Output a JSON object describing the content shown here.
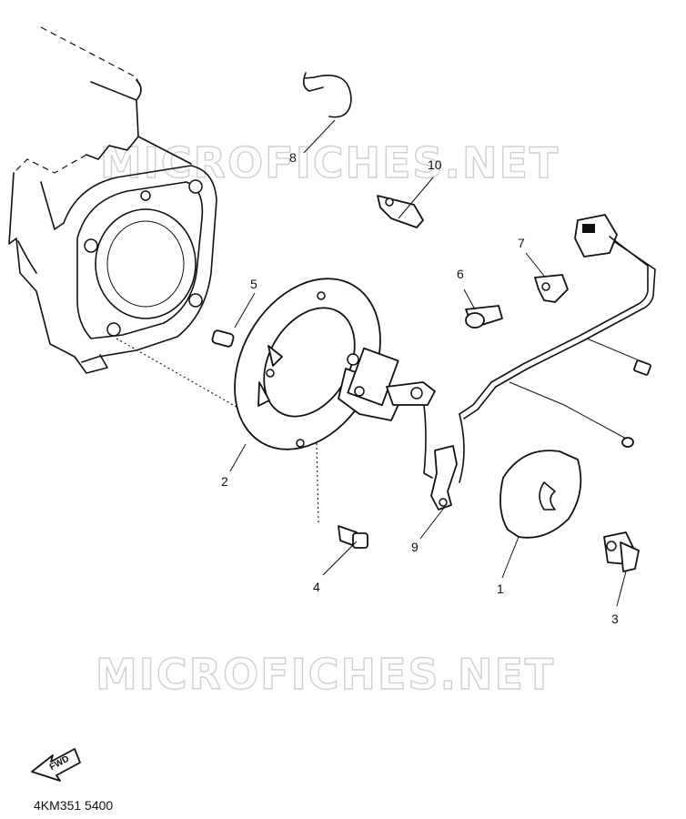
{
  "watermark": {
    "top": "MICROFICHES.NET",
    "bottom": "MICROFICHES.NET"
  },
  "callouts": [
    {
      "id": "c1",
      "label": "1"
    },
    {
      "id": "c2",
      "label": "2"
    },
    {
      "id": "c3",
      "label": "3"
    },
    {
      "id": "c4",
      "label": "4"
    },
    {
      "id": "c5",
      "label": "5"
    },
    {
      "id": "c6",
      "label": "6"
    },
    {
      "id": "c7",
      "label": "7"
    },
    {
      "id": "c8",
      "label": "8"
    },
    {
      "id": "c9",
      "label": "9"
    },
    {
      "id": "c10",
      "label": "10"
    }
  ],
  "fwd_label": "FWD",
  "diagram_code": "4KM351 5400"
}
